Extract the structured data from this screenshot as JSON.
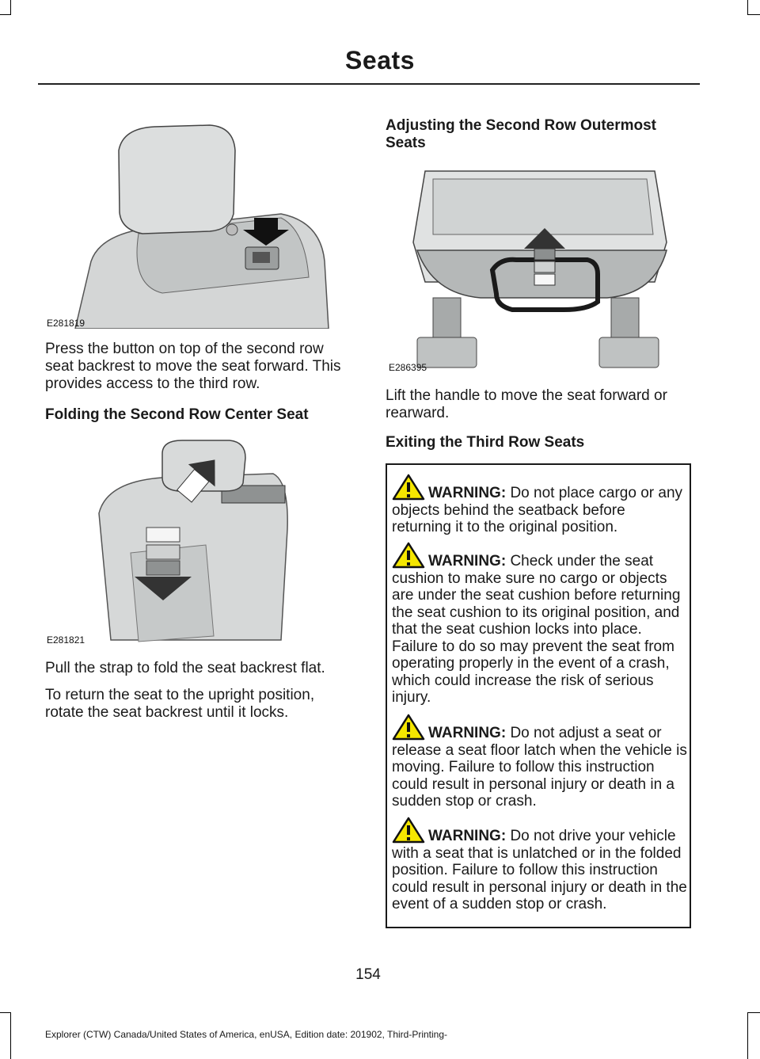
{
  "page": {
    "title": "Seats",
    "number": "154",
    "footer": "Explorer (CTW) Canada/United States of America, enUSA, Edition date: 201902, Third-Printing-"
  },
  "figures": [
    {
      "id": "E281819"
    },
    {
      "id": "E281821"
    },
    {
      "id": "E286395"
    }
  ],
  "left_column": {
    "para_1": "Press the button on top of the second row seat backrest to move the seat forward. This provides access to the third row.",
    "heading_1": "Folding the Second Row Center Seat",
    "para_2": "Pull the strap to fold the seat backrest flat.",
    "para_3": "To return the seat to the upright position, rotate the seat backrest until it locks."
  },
  "right_column": {
    "heading_1": "Adjusting the Second Row Outermost Seats",
    "para_1": "Lift the handle to move the seat forward or rearward.",
    "heading_2": "Exiting the Third Row Seats"
  },
  "warnings": {
    "label": "WARNING:",
    "icon": "warning-triangle-icon",
    "icon_color": "#f5e600",
    "items": [
      "Do not place cargo or any objects behind the seatback before returning it to the original position.",
      "Check under the seat cushion to make sure no cargo or objects are under the seat cushion before returning the seat cushion to its original position, and that the seat cushion locks into place. Failure to do so may prevent the seat from operating properly in the event of a crash, which could increase the risk of serious injury.",
      "Do not adjust a seat or release a seat floor latch when the vehicle is moving. Failure to follow this instruction could result in personal injury or death in a sudden stop or crash.",
      "Do not drive your vehicle with a seat that is unlatched or in the folded position. Failure to follow this instruction could result in personal injury or death in the event of a sudden stop or crash."
    ]
  }
}
